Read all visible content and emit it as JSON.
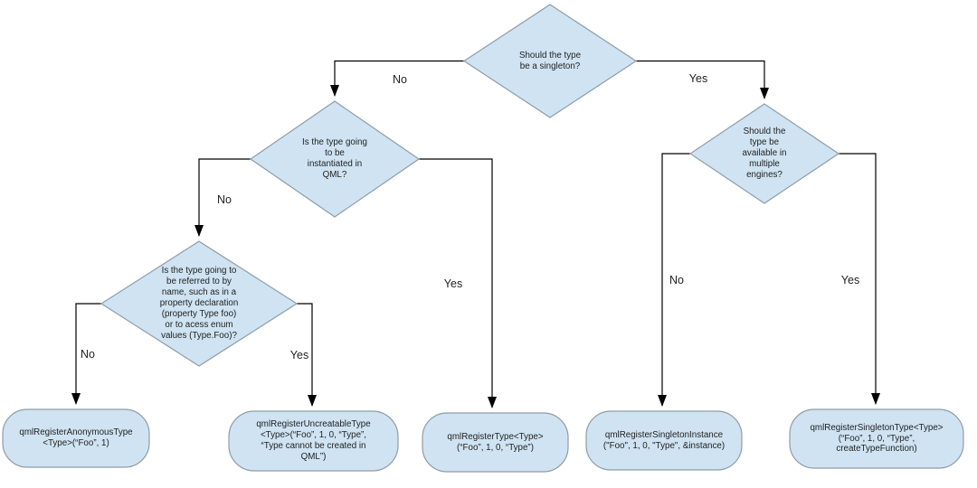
{
  "colors": {
    "node_fill": "#cfe3f2",
    "node_border": "#8e9da8",
    "line": "#000000",
    "arrowhead": "#000000",
    "text": "#1f1f1f",
    "background": "#ffffff"
  },
  "decisions": {
    "singleton": {
      "label": "Should the type\nbe a singleton?"
    },
    "instantiated": {
      "label": "Is the type going\nto be\ninstantiated in\nQML?"
    },
    "referred_by_name": {
      "label": "Is the type going to\nbe referred to by\nname, such as in a\nproperty declaration\n(property Type foo)\nor to acess enum\nvalues (Type.Foo)?"
    },
    "multiple_engines": {
      "label": "Should the\ntype be\navailable in\nmultiple\nengines?"
    }
  },
  "results": {
    "anonymous_type": {
      "label": "qmlRegisterAnonymousType\n<Type>(“Foo”, 1)"
    },
    "uncreatable_type": {
      "label": "qmlRegisterUncreatableType\n<Type>(“Foo”, 1, 0, “Type”,\n“Type cannot be created in\nQML”)"
    },
    "register_type": {
      "label": "qmlRegisterType<Type>\n(“Foo”, 1, 0, “Type”)"
    },
    "singleton_instance": {
      "label": "qmlRegisterSingletonInstance\n(\"Foo\", 1, 0, \"Type\", &instance)"
    },
    "singleton_type": {
      "label": "qmlRegisterSingletonType<Type>\n(“Foo”, 1, 0, “Type”,\ncreateTypeFunction)"
    }
  },
  "edges": {
    "singleton_no": "No",
    "singleton_yes": "Yes",
    "instantiated_no": "No",
    "instantiated_yes": "Yes",
    "referred_no": "No",
    "referred_yes": "Yes",
    "engines_no": "No",
    "engines_yes": "Yes"
  }
}
